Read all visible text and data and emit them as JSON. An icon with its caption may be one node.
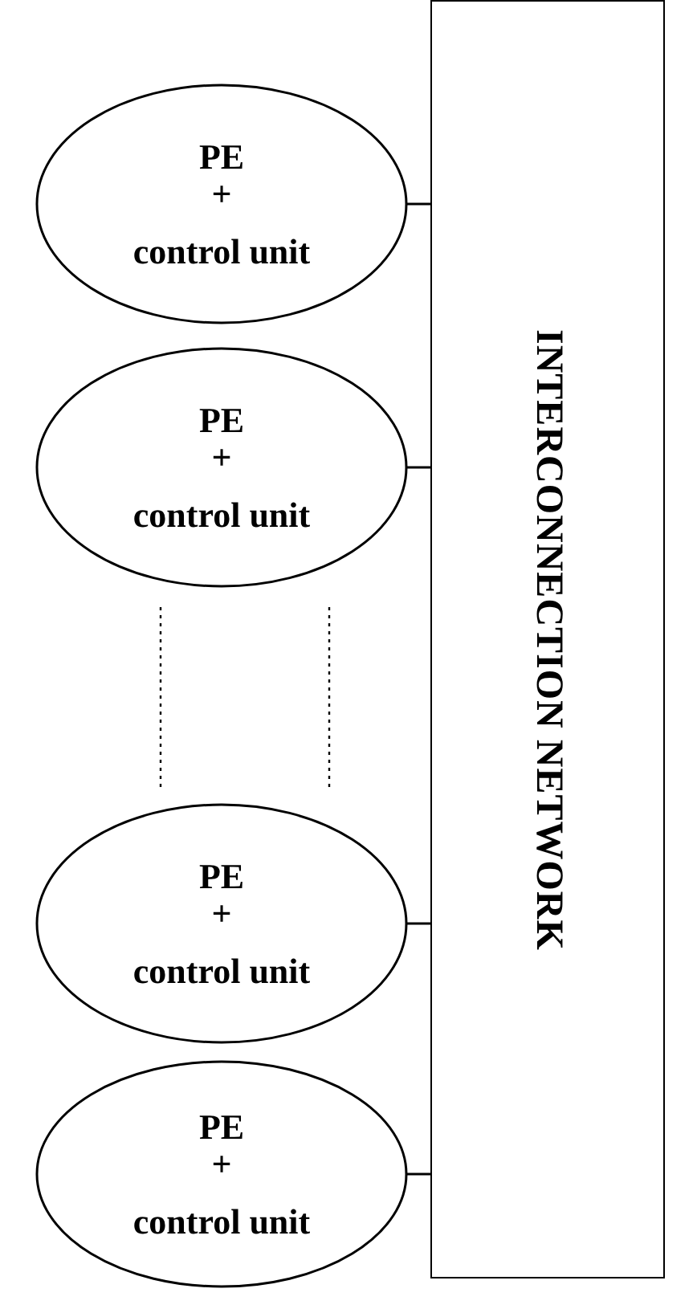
{
  "diagram": {
    "nodes": [
      {
        "text": [
          "PE",
          "+",
          "control unit"
        ]
      },
      {
        "text": [
          "PE",
          "+",
          "control unit"
        ]
      },
      {
        "text": [
          "PE",
          "+",
          "control unit"
        ]
      },
      {
        "text": [
          "PE",
          "+",
          "control unit"
        ]
      },
      {
        "text": [
          "INTERCONNECTION NETWORK"
        ]
      }
    ],
    "edges": [
      {
        "from": 0,
        "to": 4,
        "arrow": "none"
      },
      {
        "from": 1,
        "to": 4,
        "arrow": "none"
      },
      {
        "from": 2,
        "to": 4,
        "arrow": "none"
      },
      {
        "from": 3,
        "to": 4,
        "arrow": "none"
      }
    ]
  }
}
